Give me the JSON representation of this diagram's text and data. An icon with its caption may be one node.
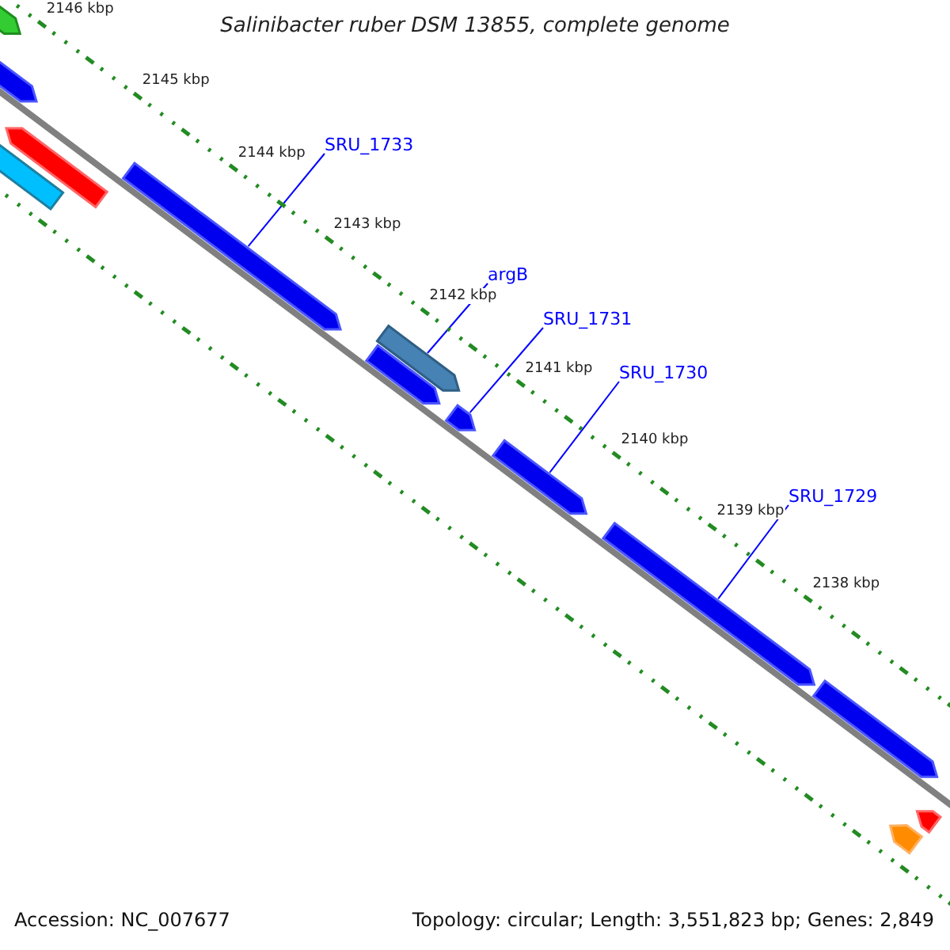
{
  "diagram": {
    "title": "Salinibacter ruber DSM 13855, complete genome",
    "nodes": [
      {
        "text": [
          "SRU_1733"
        ]
      },
      {
        "text": [],
        "shape": "bar"
      },
      {
        "text": [
          "argB"
        ]
      },
      {
        "text": [],
        "shape": "bar"
      },
      {
        "text": [
          "SRU_1731"
        ]
      },
      {
        "text": [],
        "shape": "bar"
      },
      {
        "text": [
          "SRU_1730"
        ]
      },
      {
        "text": [],
        "shape": "bar"
      },
      {
        "text": [
          "SRU_1729"
        ]
      },
      {
        "text": [],
        "shape": "bar"
      },
      {
        "text": [],
        "shape": "bar"
      },
      {
        "text": [],
        "shape": "bar"
      },
      {
        "text": [],
        "shape": "bar"
      },
      {
        "text": [],
        "shape": "bar"
      },
      {
        "text": [],
        "shape": "bar"
      },
      {
        "text": [],
        "shape": "bar"
      },
      {
        "text": [],
        "shape": "bar"
      },
      {
        "text": [],
        "shape": "bar"
      }
    ],
    "edges": [
      {
        "from": 0,
        "to": 1,
        "arrow": "none"
      },
      {
        "from": 2,
        "to": 3,
        "arrow": "none"
      },
      {
        "from": 4,
        "to": 5,
        "arrow": "none"
      },
      {
        "from": 6,
        "to": 7,
        "arrow": "none"
      },
      {
        "from": 8,
        "to": 9,
        "arrow": "none"
      }
    ],
    "labels": [
      "2146 kbp",
      "2145 kbp",
      "2144 kbp",
      "2143 kbp",
      "2142 kbp",
      "2141 kbp",
      "2140 kbp",
      "2139 kbp",
      "2138 kbp",
      "Accession: NC_007677",
      "Topology: circular; Length: 3,551,823 bp; Genes: 2,849"
    ]
  }
}
